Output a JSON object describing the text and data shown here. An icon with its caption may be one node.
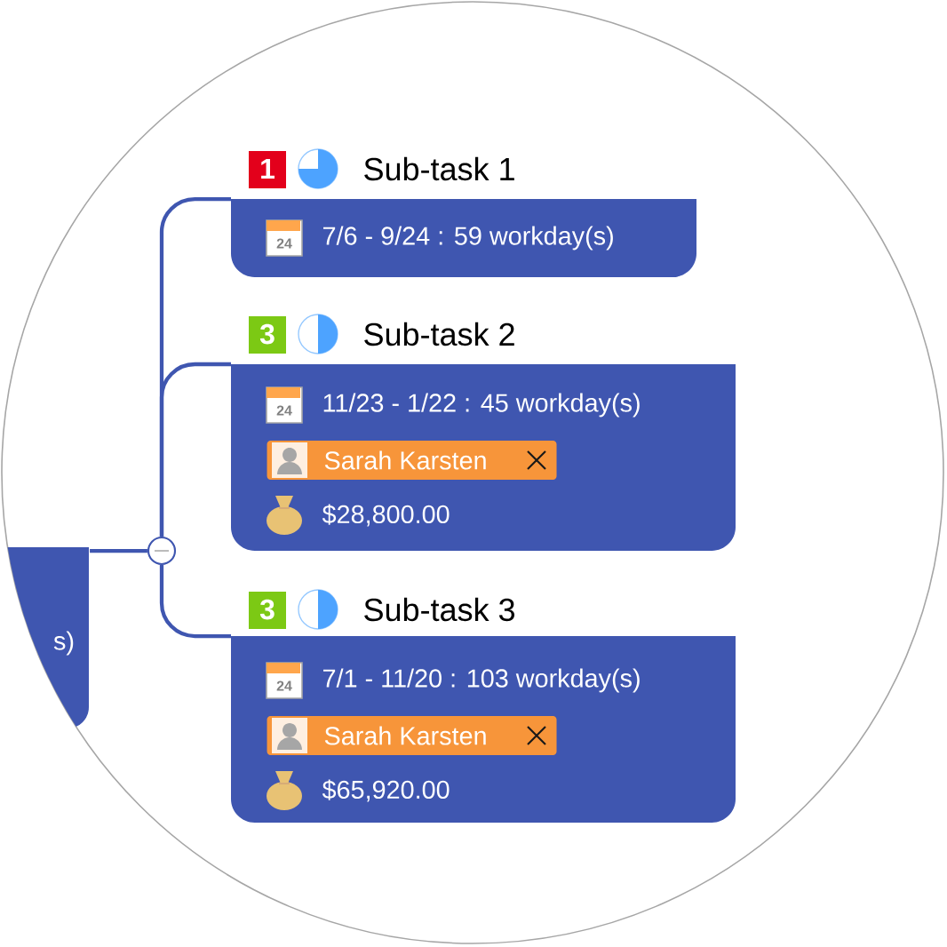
{
  "diagram": {
    "nodes": [
      {
        "text": [
          "s)"
        ]
      },
      {
        "text": [],
        "shape": "circle"
      },
      {
        "text": [
          "Sub-task 1",
          "7/6 - 9/24 : 59 workday(s)"
        ]
      },
      {
        "text": [
          "Sub-task 2",
          "11/23 - 1/22 : 45 workday(s)",
          "$28,800.00"
        ]
      },
      {
        "text": [
          "Sarah Karsten"
        ],
        "in": 3
      },
      {
        "text": [
          "Sub-task 3",
          "7/1 - 11/20 : 103 workday(s)",
          "$65,920.00"
        ]
      },
      {
        "text": [
          "Sarah Karsten"
        ],
        "in": 5
      }
    ],
    "edges": [
      {
        "from": 0,
        "to": 1,
        "arrow": "none"
      },
      {
        "from": 1,
        "to": 2,
        "arrow": "none"
      },
      {
        "from": 1,
        "to": 3,
        "arrow": "none"
      },
      {
        "from": 1,
        "to": 5,
        "arrow": "none"
      }
    ],
    "labels": [
      "1",
      "24",
      "3",
      "24",
      "3",
      "24"
    ]
  }
}
